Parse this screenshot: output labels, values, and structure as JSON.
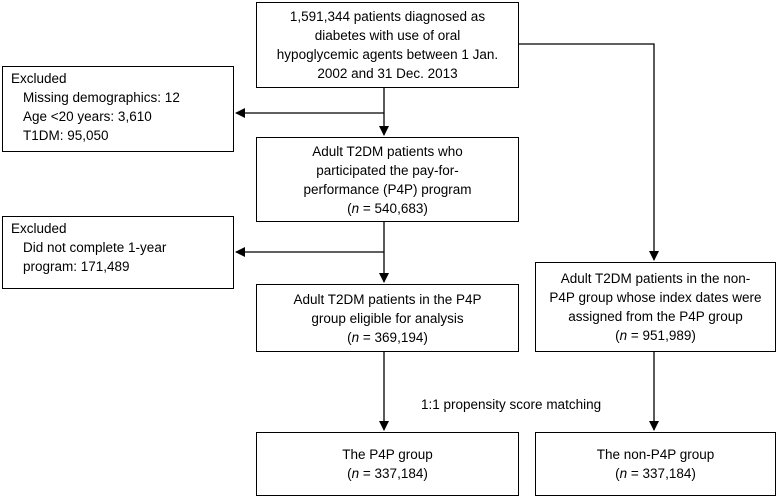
{
  "boxes": {
    "start": {
      "lines": [
        "1,591,344 patients diagnosed as",
        "diabetes with use of oral",
        "hypoglycemic agents between 1 Jan.",
        "2002 and 31 Dec. 2013"
      ]
    },
    "excluded_1": {
      "title": "Excluded",
      "items": [
        "Missing demographics: 12",
        "Age <20 years: 3,610",
        "T1DM: 95,050"
      ]
    },
    "p4p_participants": {
      "lines": [
        "Adult T2DM patients who",
        "participated the pay-for-",
        "performance (P4P) program"
      ],
      "n_label": "n",
      "n_value": " = 540,683)"
    },
    "excluded_2": {
      "title": "Excluded",
      "items": [
        "Did not complete 1-year",
        "program: 171,489"
      ]
    },
    "p4p_eligible": {
      "lines": [
        "Adult T2DM patients in the P4P",
        "group eligible for analysis"
      ],
      "n_label": "n",
      "n_value": " = 369,194)"
    },
    "non_p4p_pool": {
      "lines": [
        "Adult T2DM patients in the non-",
        "P4P group whose index dates were",
        "assigned from the P4P group"
      ],
      "n_label": "n",
      "n_value": " = 951,989)"
    },
    "p4p_group": {
      "lines": [
        "The P4P group"
      ],
      "n_label": "n",
      "n_value": " = 337,184)"
    },
    "non_p4p_group": {
      "lines": [
        "The non-P4P group"
      ],
      "n_label": "n",
      "n_value": " = 337,184)"
    }
  },
  "labels": {
    "matching": "1:1 propensity score matching"
  },
  "colors": {
    "line": "#000000",
    "box_border": "#000000",
    "background": "#ffffff"
  }
}
